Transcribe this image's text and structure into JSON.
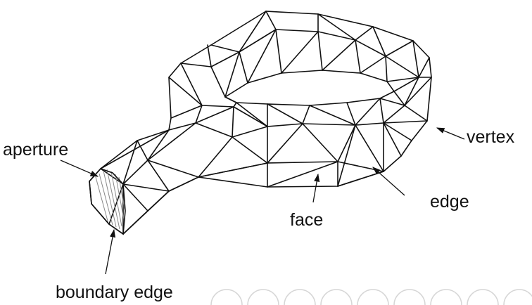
{
  "labels": {
    "aperture": "aperture",
    "vertex": "vertex",
    "edge": "edge",
    "face": "face",
    "boundary_edge": "boundary edge"
  },
  "colors": {
    "line": "#111111",
    "hatch": "#888888",
    "background": "#ffffff",
    "watermark": "#d6d6d6"
  }
}
